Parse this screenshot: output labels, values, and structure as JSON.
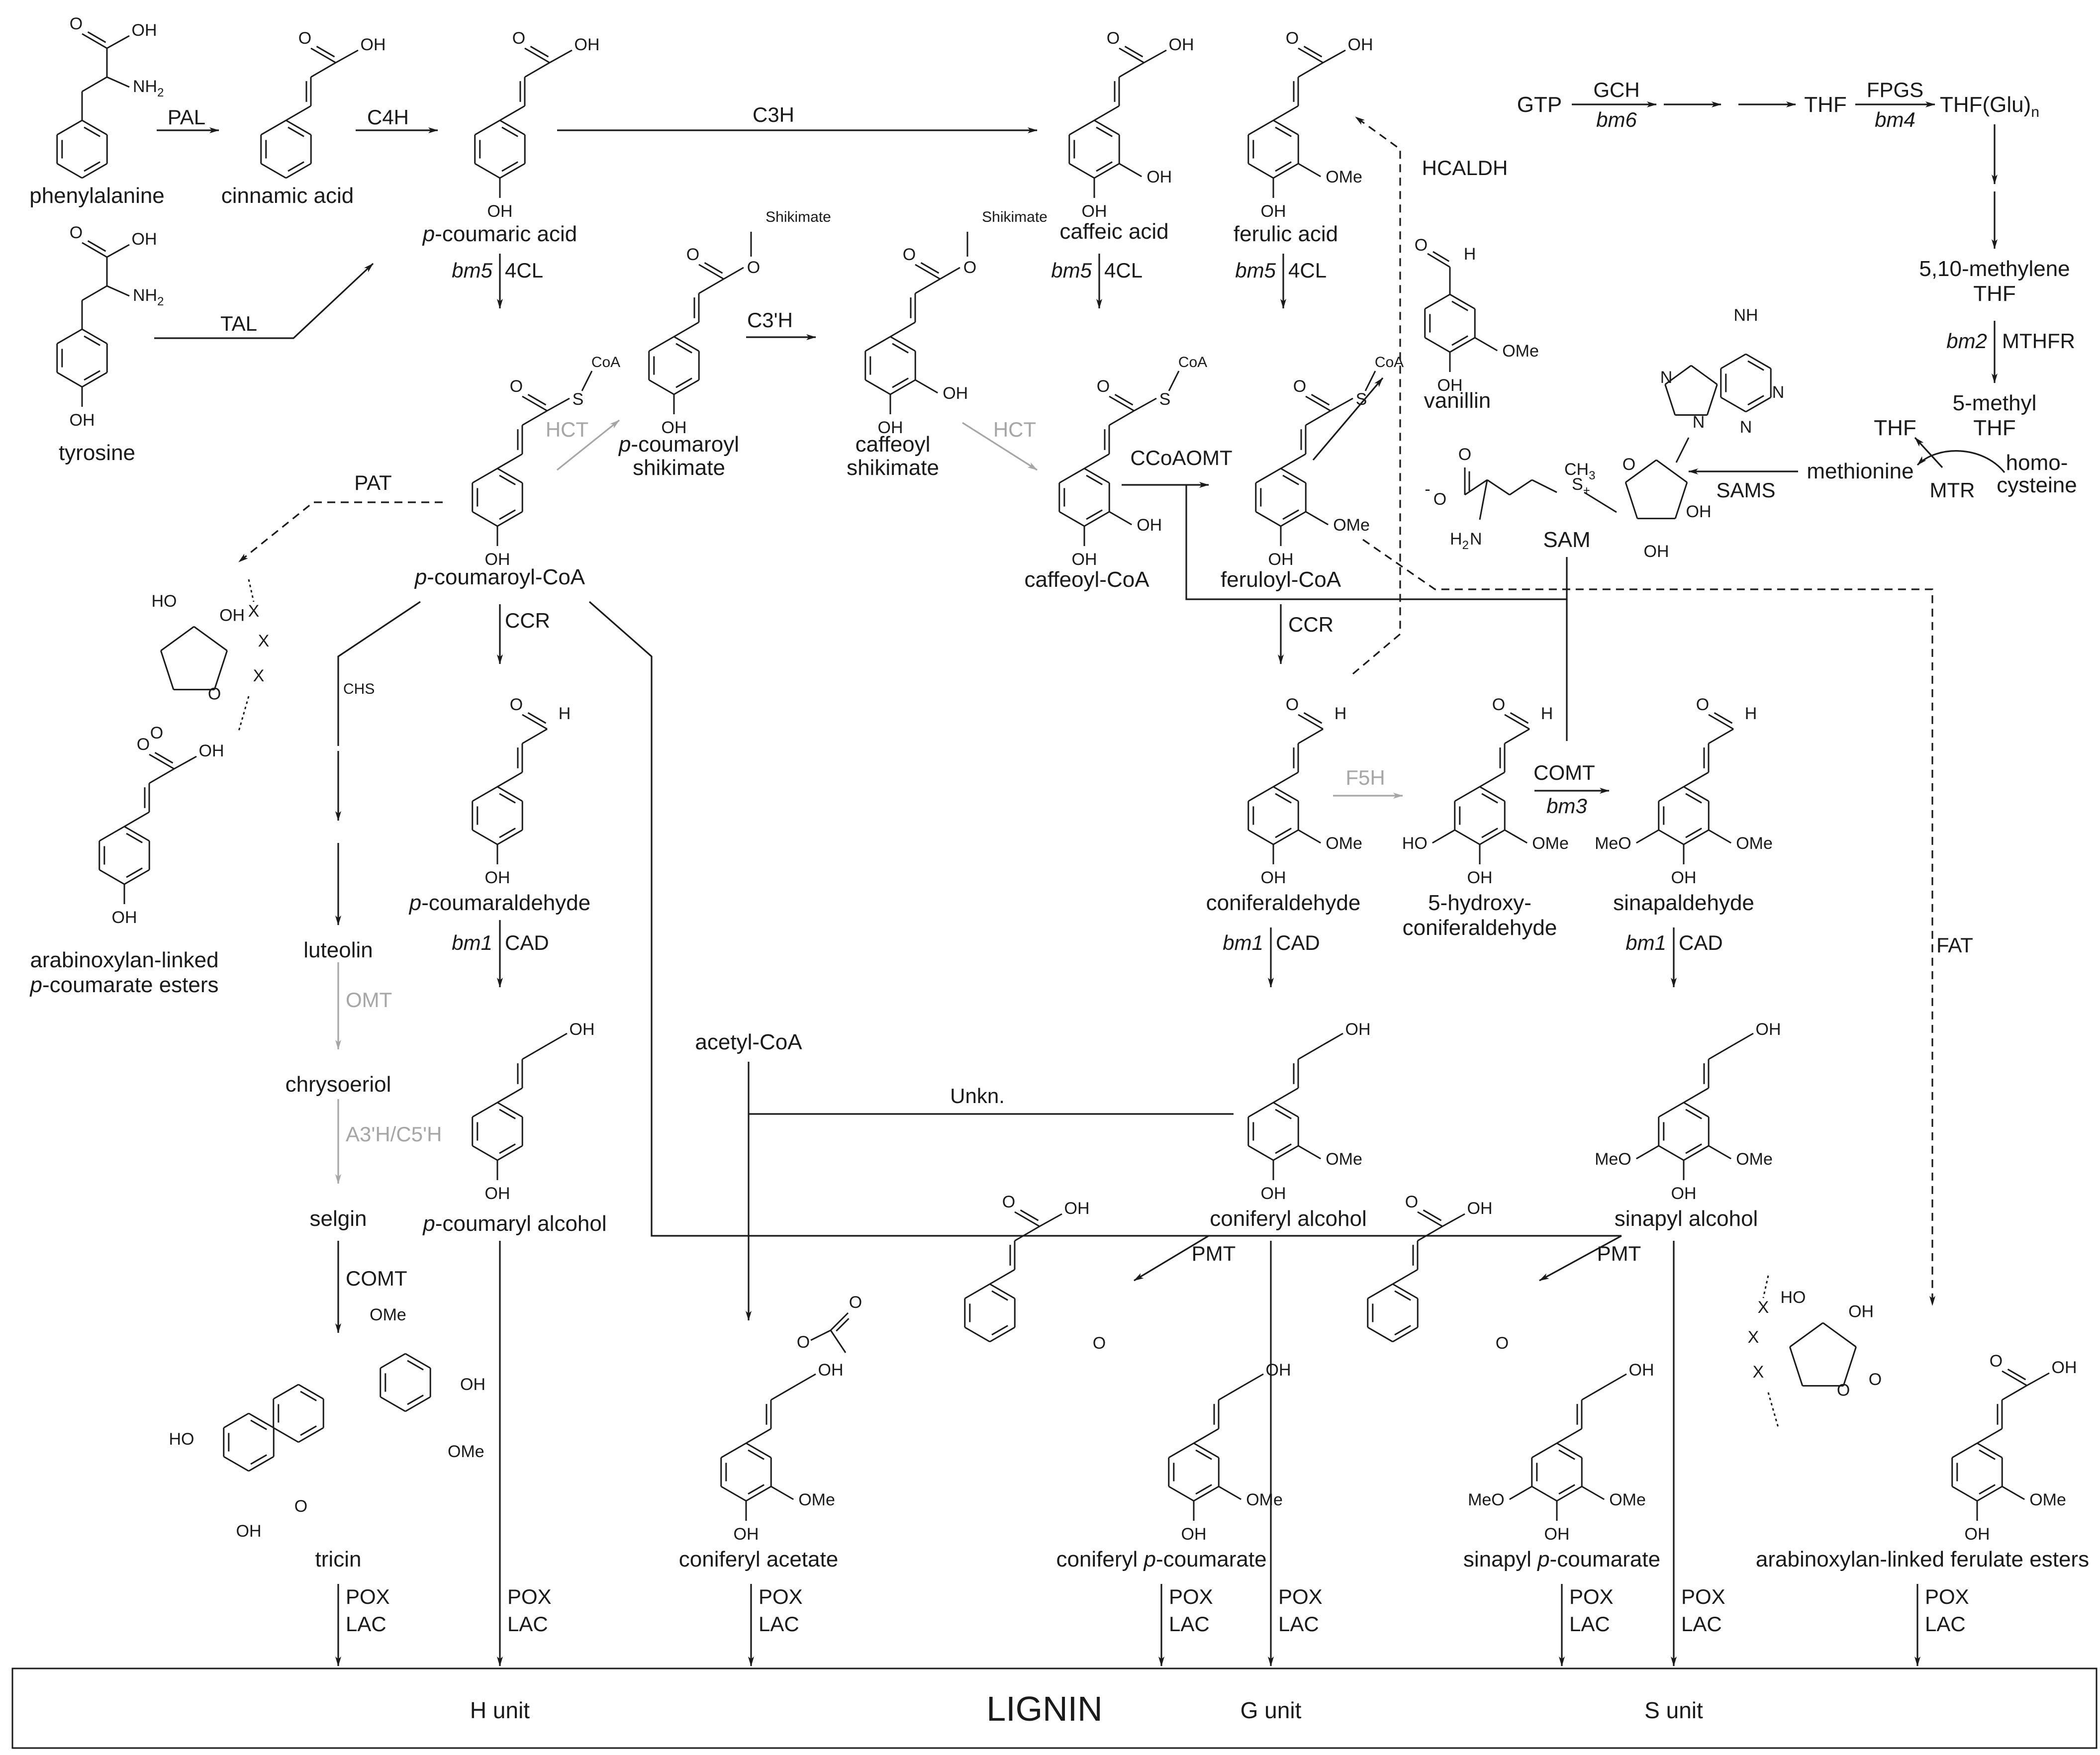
{
  "compounds": {
    "phenylalanine": "phenylalanine",
    "cinnamic_acid": "cinnamic acid",
    "p_coumaric_acid_i": "p",
    "p_coumaric_acid_rest": "-coumaric acid",
    "tyrosine": "tyrosine",
    "p_coumaroyl_shikimate_i": "p",
    "p_coumaroyl_shikimate_rest": "-coumaroyl",
    "p_coumaroyl_shikimate_line2": "shikimate",
    "caffeoyl_shikimate_line1": "caffeoyl",
    "caffeoyl_shikimate_line2": "shikimate",
    "caffeic_acid": "caffeic acid",
    "ferulic_acid": "ferulic acid",
    "vanillin": "vanillin",
    "p_coumaroyl_coa_i": "p",
    "p_coumaroyl_coa_rest": "-coumaroyl-CoA",
    "caffeoyl_coa": "caffeoyl-CoA",
    "feruloyl_coa": "feruloyl-CoA",
    "arabinoxylan_p_coumarate_line1": "arabinoxylan-linked",
    "arabinoxylan_p_coumarate_i": "p",
    "arabinoxylan_p_coumarate_rest": "-coumarate esters",
    "p_coumaraldehyde_i": "p",
    "p_coumaraldehyde_rest": "-coumaraldehyde",
    "coniferaldehyde": "coniferaldehyde",
    "hydroxy_coniferaldehyde_line1": "5-hydroxy-",
    "hydroxy_coniferaldehyde_line2": "coniferaldehyde",
    "sinapaldehyde": "sinapaldehyde",
    "luteolin": "luteolin",
    "chrysoeriol": "chrysoeriol",
    "selgin": "selgin",
    "acetyl_coa": "acetyl-CoA",
    "p_coumaryl_alcohol_i": "p",
    "p_coumaryl_alcohol_rest": "-coumaryl alcohol",
    "coniferyl_alcohol": "coniferyl alcohol",
    "sinapyl_alcohol": "sinapyl alcohol",
    "tricin": "tricin",
    "coniferyl_acetate": "coniferyl acetate",
    "coniferyl_p_coumarate_pre": "coniferyl ",
    "coniferyl_p_coumarate_i": "p",
    "coniferyl_p_coumarate_rest": "-coumarate",
    "sinapyl_p_coumarate_pre": "sinapyl ",
    "sinapyl_p_coumarate_i": "p",
    "sinapyl_p_coumarate_rest": "-coumarate",
    "arabinoxylan_ferulate": "arabinoxylan-linked ferulate esters",
    "gtp": "GTP",
    "thf": "THF",
    "thf_glu_base": "THF(Glu)",
    "thf_glu_sub": "n",
    "methylene_thf_line1": "5,10-methylene",
    "methylene_thf_line2": "THF",
    "methyl_thf_line1": "5-methyl",
    "methyl_thf_line2": "THF",
    "thf_recycled": "THF",
    "methionine": "methionine",
    "homocysteine_line1": "homo-",
    "homocysteine_line2": "cysteine",
    "sam": "SAM"
  },
  "enzymes": {
    "pal": "PAL",
    "c4h": "C4H",
    "tal": "TAL",
    "c3h": "C3H",
    "c3prime_h": "C3'H",
    "hct_1": "HCT",
    "hct_2": "HCT",
    "hcaldh": "HCALDH",
    "four_cl_1": "4CL",
    "four_cl_2": "4CL",
    "four_cl_3": "4CL",
    "pat": "PAT",
    "ccr_1": "CCR",
    "ccr_2": "CCR",
    "ccoaomt": "CCoAOMT",
    "chs": "CHS",
    "f5h": "F5H",
    "comt_1": "COMT",
    "comt_2": "COMT",
    "cad_1": "CAD",
    "cad_2": "CAD",
    "cad_3": "CAD",
    "omt": "OMT",
    "a3h_c5h": "A3'H/C5'H",
    "unkn": "Unkn.",
    "fat": "FAT",
    "pmt_1": "PMT",
    "pmt_2": "PMT",
    "gch": "GCH",
    "fpgs": "FPGS",
    "mthfr": "MTHFR",
    "sams": "SAMS",
    "mtr": "MTR",
    "pox": "POX",
    "lac": "LAC"
  },
  "genes": {
    "bm5": "bm5",
    "bm1": "bm1",
    "bm3": "bm3",
    "bm6": "bm6",
    "bm4": "bm4",
    "bm2": "bm2"
  },
  "lignin": {
    "title": "LIGNIN",
    "h_unit": "H unit",
    "g_unit": "G unit",
    "s_unit": "S unit"
  },
  "atoms": {
    "oh": "OH",
    "ho": "HO",
    "nh2": "NH",
    "nh2_sub": "2",
    "h2n": "H",
    "h2n_sub": "2",
    "h2n_n": "N",
    "ome": "OMe",
    "meo": "MeO",
    "o": "O",
    "h": "H",
    "s": "S",
    "coa": "CoA",
    "x": "X",
    "n": "N",
    "ch3": "CH",
    "ch3_sub": "3",
    "s_plus": "S",
    "plus": "+",
    "minus": "-",
    "shikimate": "Shikimate"
  },
  "colors": {
    "ink": "#1a1a1a",
    "inactive": "#a6a6a6"
  }
}
